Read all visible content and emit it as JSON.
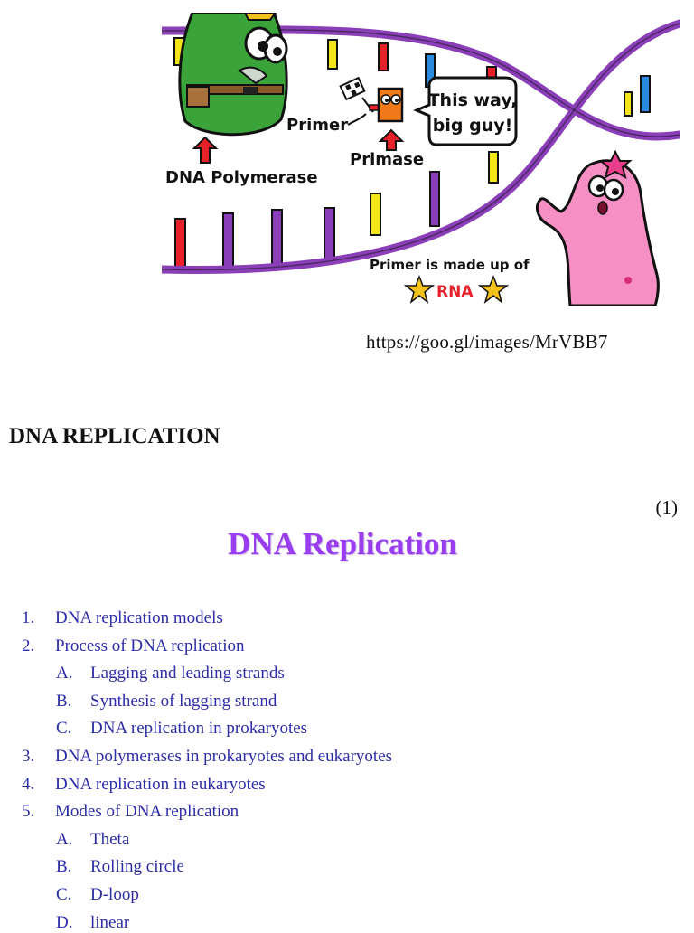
{
  "figure": {
    "labels": {
      "dna_polymerase": "DNA Polymerase",
      "primer": "Primer",
      "primase": "Primase",
      "speech": [
        "This way,",
        "big guy!"
      ],
      "primer_caption": "Primer is made up of",
      "rna": "RNA"
    },
    "colors": {
      "backbone": "#8a3fb8",
      "rung_red": "#e8202a",
      "rung_yellow": "#f4e41a",
      "rung_blue": "#2a8ae0",
      "polymerase": "#3aa33a",
      "pink": "#f58fc4",
      "primase": "#f07a1a"
    }
  },
  "source_url": "https://goo.gl/images/MrVBB7",
  "section_heading": "DNA REPLICATION",
  "eq_number": "(1)",
  "slide_title": "DNA Replication",
  "toc": [
    {
      "num": "1.",
      "text": "DNA replication models",
      "level": 0
    },
    {
      "num": "2.",
      "text": "Process of DNA replication",
      "level": 0
    },
    {
      "num": "A.",
      "text": "Lagging and leading strands",
      "level": 1
    },
    {
      "num": "B.",
      "text": "Synthesis of lagging strand",
      "level": 1
    },
    {
      "num": "C.",
      "text": "DNA replication in prokaryotes",
      "level": 1
    },
    {
      "num": "3.",
      "text": "DNA polymerases in prokaryotes and eukaryotes",
      "level": 0
    },
    {
      "num": "4.",
      "text": "DNA replication in eukaryotes",
      "level": 0
    },
    {
      "num": "5.",
      "text": "Modes of DNA replication",
      "level": 0
    },
    {
      "num": "A.",
      "text": "Theta",
      "level": 1
    },
    {
      "num": "B.",
      "text": "Rolling circle",
      "level": 1
    },
    {
      "num": "C.",
      "text": "D-loop",
      "level": 1
    },
    {
      "num": "D.",
      "text": "linear",
      "level": 1
    }
  ]
}
